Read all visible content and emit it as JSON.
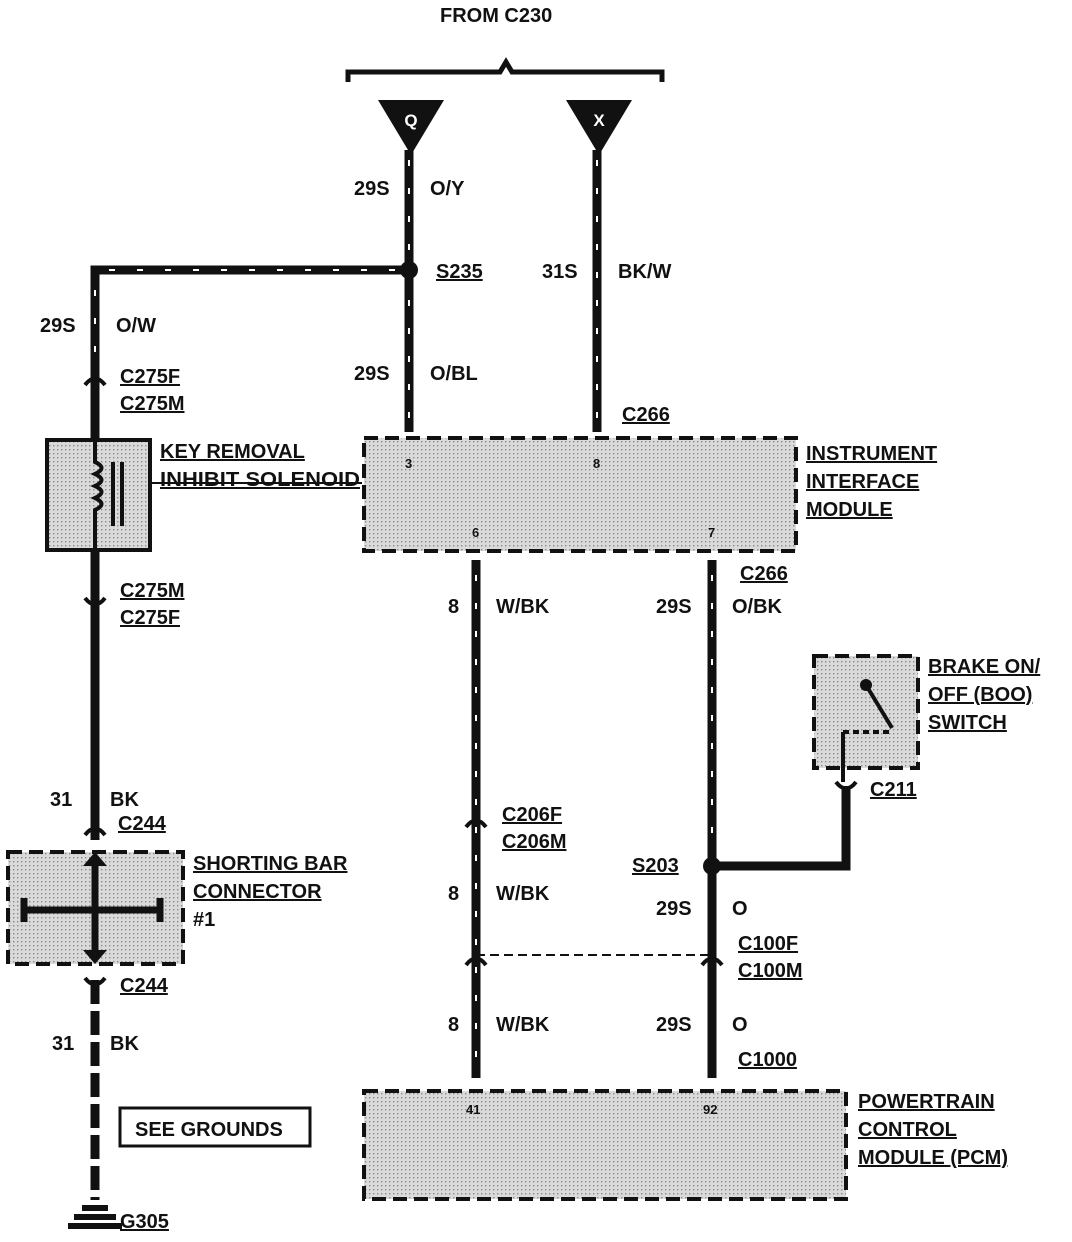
{
  "source": {
    "label": "FROM C230",
    "left_pin": "Q",
    "right_pin": "X"
  },
  "wires": {
    "q_top": {
      "circuit": "29S",
      "color": "O/Y"
    },
    "x_top": {
      "circuit": "31S",
      "color": "BK/W"
    },
    "solenoid_feed": {
      "circuit": "29S",
      "color": "O/W"
    },
    "iim_feed": {
      "circuit": "29S",
      "color": "O/BL"
    },
    "ground_upper": {
      "circuit": "31",
      "color": "BK"
    },
    "ground_lower": {
      "circuit": "31",
      "color": "BK"
    },
    "wbk_upper": {
      "circuit": "8",
      "color": "W/BK"
    },
    "wbk_middle": {
      "circuit": "8",
      "color": "W/BK"
    },
    "wbk_lower": {
      "circuit": "8",
      "color": "W/BK"
    },
    "obk_upper": {
      "circuit": "29S",
      "color": "O/BK"
    },
    "o_middle": {
      "circuit": "29S",
      "color": "O"
    },
    "o_lower": {
      "circuit": "29S",
      "color": "O"
    }
  },
  "splices": {
    "s235": "S235",
    "s203": "S203"
  },
  "connectors": {
    "c275_top_f": "C275F",
    "c275_top_m": "C275M",
    "c275_bot_m": "C275M",
    "c275_bot_f": "C275F",
    "c266_top": "C266",
    "c266_bottom": "C266",
    "c244_top": "C244",
    "c244_bottom": "C244",
    "c206f": "C206F",
    "c206m": "C206M",
    "c211": "C211",
    "c100f": "C100F",
    "c100m": "C100M",
    "c1000": "C1000"
  },
  "components": {
    "solenoid": {
      "line1": "KEY REMOVAL",
      "line2": "INHIBIT SOLENOID"
    },
    "iim": {
      "line1": "INSTRUMENT",
      "line2": "INTERFACE",
      "line3": "MODULE",
      "pin_a": "3",
      "pin_b": "8",
      "pin_c": "6",
      "pin_d": "7"
    },
    "boo": {
      "line1": "BRAKE ON/",
      "line2": "OFF (BOO)",
      "line3": "SWITCH"
    },
    "shorting_bar": {
      "line1": "SHORTING BAR",
      "line2": "CONNECTOR",
      "line3": "#1"
    },
    "pcm": {
      "line1": "POWERTRAIN",
      "line2": "CONTROL",
      "line3": "MODULE (PCM)",
      "pin_a": "41",
      "pin_b": "92"
    }
  },
  "see_grounds": "SEE GROUNDS",
  "ground": "G305"
}
